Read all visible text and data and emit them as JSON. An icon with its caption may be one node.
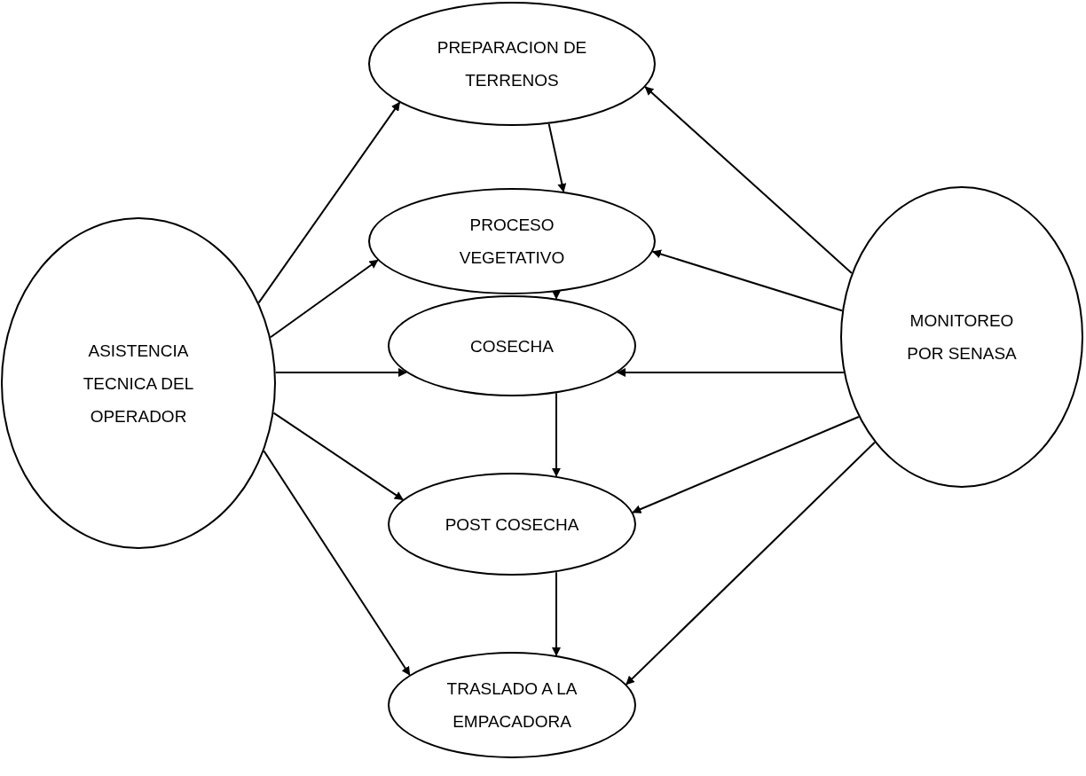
{
  "diagram": {
    "nodes": [
      {
        "text": [
          "PREPARACION DE TERRENOS"
        ]
      },
      {
        "text": [
          "PROCESO VEGETATIVO"
        ]
      },
      {
        "text": [
          "COSECHA"
        ]
      },
      {
        "text": [
          "POST COSECHA"
        ]
      },
      {
        "text": [
          "TRASLADO A LA EMPACADORA"
        ]
      },
      {
        "text": [
          "ASISTENCIA TECNICA DEL OPERADOR"
        ]
      },
      {
        "text": [
          "MONITOREO POR SENASA"
        ]
      }
    ],
    "edges": [
      {
        "from": 0,
        "to": 1,
        "arrow": "to"
      },
      {
        "from": 1,
        "to": 2,
        "arrow": "to"
      },
      {
        "from": 2,
        "to": 3,
        "arrow": "to"
      },
      {
        "from": 3,
        "to": 4,
        "arrow": "to"
      },
      {
        "from": 5,
        "to": 0,
        "arrow": "to"
      },
      {
        "from": 5,
        "to": 1,
        "arrow": "to"
      },
      {
        "from": 5,
        "to": 2,
        "arrow": "to"
      },
      {
        "from": 5,
        "to": 3,
        "arrow": "to"
      },
      {
        "from": 5,
        "to": 4,
        "arrow": "to"
      },
      {
        "from": 6,
        "to": 0,
        "arrow": "to"
      },
      {
        "from": 6,
        "to": 1,
        "arrow": "to"
      },
      {
        "from": 6,
        "to": 2,
        "arrow": "to"
      },
      {
        "from": 6,
        "to": 3,
        "arrow": "to"
      },
      {
        "from": 6,
        "to": 4,
        "arrow": "to"
      }
    ]
  }
}
